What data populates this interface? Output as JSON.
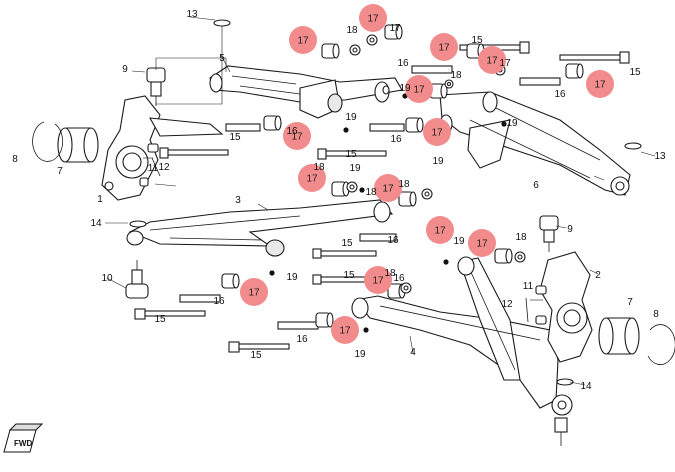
{
  "badge_color": "#f28b8b",
  "highlighted_part": "17",
  "fwd_label": "FWD",
  "labels": [
    "1",
    "2",
    "3",
    "4",
    "5",
    "6",
    "7",
    "8",
    "9",
    "10",
    "11",
    "12",
    "13",
    "14",
    "15",
    "16",
    "17",
    "18",
    "19"
  ]
}
